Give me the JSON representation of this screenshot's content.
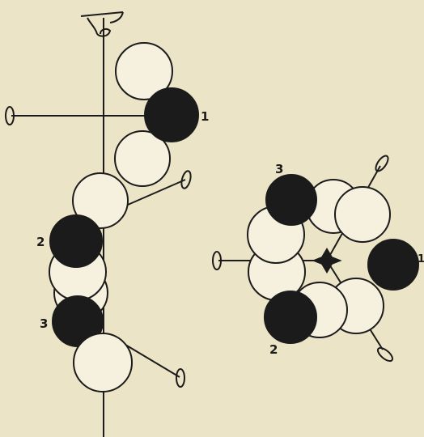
{
  "figure": {
    "background": "#ece4c6",
    "ink": "#1b1b1b",
    "white_fill": "#f6f1df",
    "side_view": {
      "labels": [
        "1",
        "2",
        "3"
      ]
    },
    "end_view": {
      "labels": [
        "1",
        "2",
        "3"
      ]
    }
  }
}
